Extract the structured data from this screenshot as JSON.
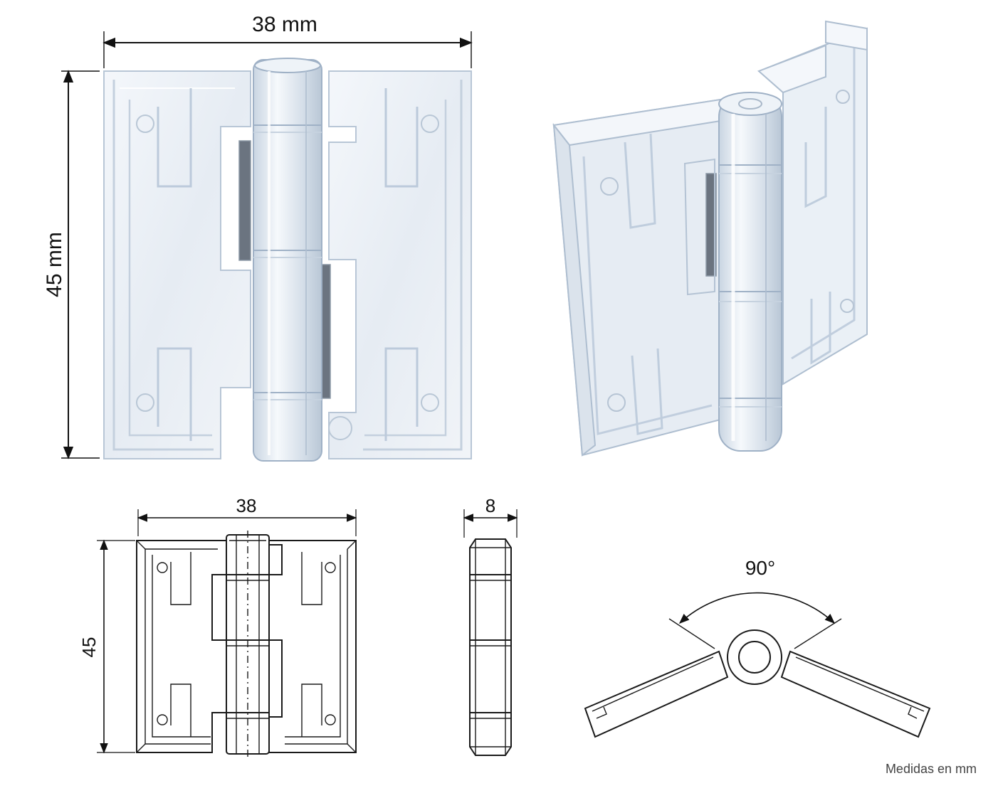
{
  "photo_front": {
    "width_label": "38 mm",
    "height_label": "45 mm"
  },
  "drawing_front": {
    "width_label": "38",
    "height_label": "45"
  },
  "drawing_side": {
    "thickness_label": "8"
  },
  "drawing_angle": {
    "angle_label": "90°"
  },
  "footer": {
    "units_note": "Medidas en mm"
  },
  "colors": {
    "acrylic_fill": "#eef2f7",
    "acrylic_edge": "#b8c6d6",
    "line": "#1a1a1a"
  }
}
